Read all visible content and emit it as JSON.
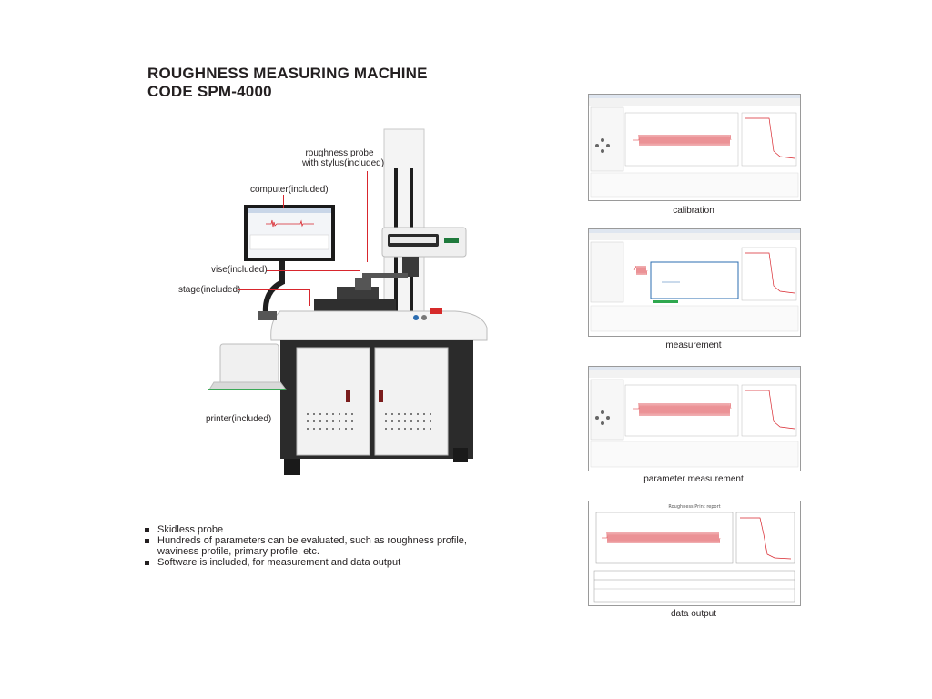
{
  "header": {
    "title_line1": "ROUGHNESS MEASURING MACHINE",
    "title_line2": "CODE SPM-4000"
  },
  "callouts": {
    "probe_line1": "roughness probe",
    "probe_line2": "with stylus(included)",
    "computer": "computer(included)",
    "vise": "vise(included)",
    "stage": "stage(included)",
    "printer": "printer(included)"
  },
  "features": [
    "Skidless probe",
    "Hundreds of parameters can be evaluated, such as roughness profile,",
    "waviness profile, primary profile, etc.",
    "Software is included, for measurement and data output"
  ],
  "screenshots": [
    {
      "caption": "calibration"
    },
    {
      "caption": "measurement"
    },
    {
      "caption": "parameter measurement"
    },
    {
      "caption": "data output"
    }
  ],
  "report": {
    "title": "Roughness Print report"
  },
  "colors": {
    "leader": "#d8262d",
    "profile": "#d8262d",
    "cabinet": "#2b2b2b",
    "machine_body": "#f2f2f2"
  }
}
